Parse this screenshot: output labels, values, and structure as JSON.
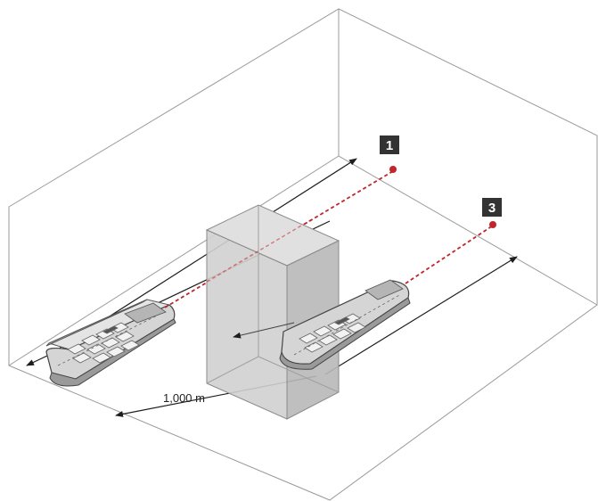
{
  "markers": [
    {
      "label": "1"
    },
    {
      "label": "3"
    }
  ],
  "dimension_label": "1,000 m",
  "colors": {
    "room_line": "#9a9a9a",
    "laser": "#c0262b",
    "pillar_fill": "#d2d2d2",
    "device_body": "#cfcfcf",
    "marker_bg": "#333333"
  }
}
